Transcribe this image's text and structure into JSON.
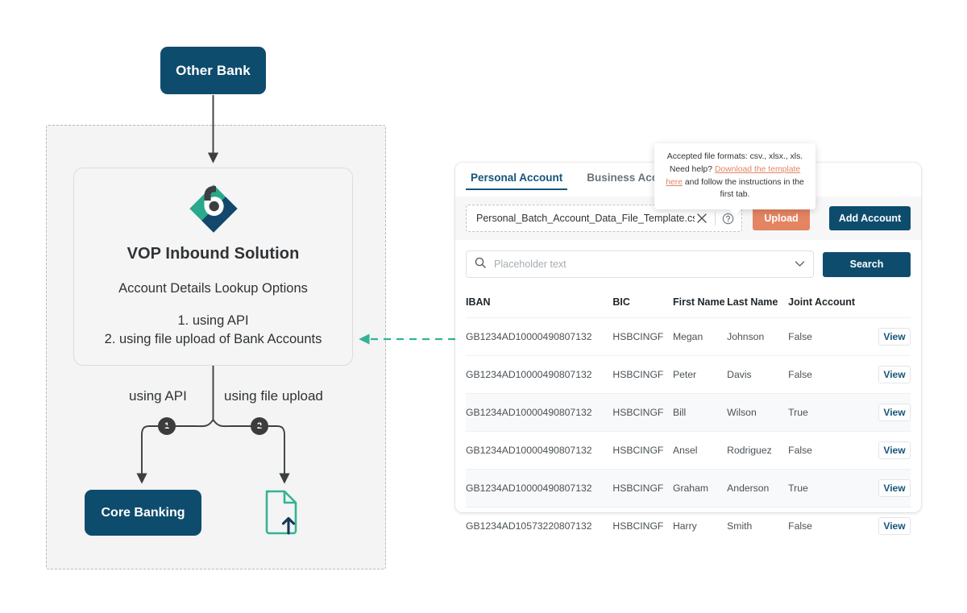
{
  "diagram": {
    "other_bank_label": "Other Bank",
    "vop": {
      "title": "VOP Inbound Solution",
      "subtitle": "Account Details Lookup Options",
      "option_1": "1. using API",
      "option_2": "2. using file upload of Bank Accounts",
      "logo_icon": "beyond-letter-b-diamond-logo-icon"
    },
    "branch_labels": {
      "left": "using API",
      "right": "using file upload"
    },
    "badges": {
      "one": "1",
      "two": "2"
    },
    "core_banking_label": "Core Banking",
    "file_upload_icon": "file-upload-icon",
    "connector_arrow_icon": "dashed-left-arrow-icon"
  },
  "panel": {
    "tabs": [
      {
        "label": "Personal Account",
        "active": true
      },
      {
        "label": "Business Account",
        "active": false
      }
    ],
    "upload_row": {
      "file_name": "Personal_Batch_Account_Data_File_Template.csv",
      "clear_icon": "close-x-icon",
      "help_icon": "question-circle-icon",
      "upload_label": "Upload",
      "add_account_label": "Add Account"
    },
    "search": {
      "placeholder": "Placeholder text",
      "value": "",
      "search_icon": "search-icon",
      "dropdown_icon": "chevron-down-icon",
      "button_label": "Search"
    },
    "table": {
      "columns": [
        "IBAN",
        "BIC",
        "First Name",
        "Last Name",
        "Joint Account",
        ""
      ],
      "action_label": "View",
      "rows": [
        {
          "iban": "GB1234AD10000490807132",
          "bic": "HSBCINGF",
          "first_name": "Megan",
          "last_name": "Johnson",
          "joint_account": "False"
        },
        {
          "iban": "GB1234AD10000490807132",
          "bic": "HSBCINGF",
          "first_name": "Peter",
          "last_name": "Davis",
          "joint_account": "False"
        },
        {
          "iban": "GB1234AD10000490807132",
          "bic": "HSBCINGF",
          "first_name": "Bill",
          "last_name": "Wilson",
          "joint_account": "True"
        },
        {
          "iban": "GB1234AD10000490807132",
          "bic": "HSBCINGF",
          "first_name": "Ansel",
          "last_name": "Rodriguez",
          "joint_account": "False"
        },
        {
          "iban": "GB1234AD10000490807132",
          "bic": "HSBCINGF",
          "first_name": "Graham",
          "last_name": "Anderson",
          "joint_account": "True"
        },
        {
          "iban": "GB1234AD10573220807132",
          "bic": "HSBCINGF",
          "first_name": "Harry",
          "last_name": "Smith",
          "joint_account": "False"
        }
      ]
    }
  },
  "tooltip": {
    "line1": "Accepted file formats: csv., xlsx., xls.",
    "lead": "Need help? ",
    "link": "Download the template here",
    "tail": " and follow the instructions in the first tab."
  },
  "colors": {
    "navy": "#0E4C6E",
    "tab_active": "#16547A",
    "coral": "#E58462",
    "teal": "#35B295",
    "dark_gray": "#3C3C3C",
    "panel_bg": "#F4F4F4"
  }
}
